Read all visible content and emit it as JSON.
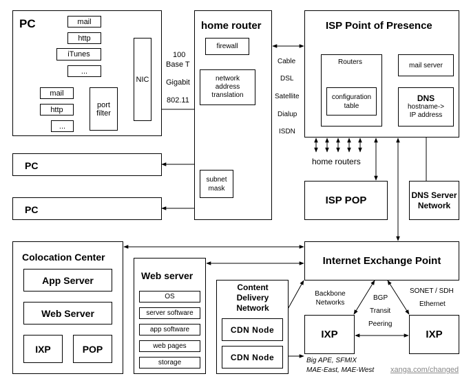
{
  "pc_main": {
    "title": "PC",
    "apps_out": [
      "mail",
      "http",
      "iTunes",
      "..."
    ],
    "nic": "NIC",
    "port_filter": "port\nfilter",
    "apps_in": [
      "mail",
      "http",
      "..."
    ]
  },
  "link_types_pc": [
    "100",
    "Base T",
    "Gigabit",
    "802.11"
  ],
  "home_router": {
    "title": "home router",
    "firewall": "firewall",
    "nat": "network address translation",
    "subnet_mask": "subnet mask"
  },
  "link_types_isp": [
    "Cable",
    "DSL",
    "Satellite",
    "Dialup",
    "ISDN"
  ],
  "isp_pop_main": {
    "title": "ISP Point of Presence",
    "routers": "Routers",
    "config_table": "configuration table",
    "mail_server": "mail server",
    "dns_title": "DNS",
    "dns_desc": "hostname-> IP address"
  },
  "home_routers_label": "home routers",
  "pc_other": [
    "PC",
    "PC"
  ],
  "isp_pop": "ISP POP",
  "dns_network": "DNS Server Network",
  "colocation": {
    "title": "Colocation Center",
    "app_server": "App Server",
    "web_server": "Web Server",
    "ixp": "IXP",
    "pop": "POP"
  },
  "web_server": {
    "title": "Web server",
    "layers": [
      "OS",
      "server software",
      "app software",
      "web pages",
      "storage"
    ]
  },
  "cdn": {
    "title": "Content Delivery Network",
    "nodes": [
      "CDN Node",
      "CDN Node"
    ]
  },
  "ixp_main": "Internet Exchange Point",
  "backbone_label": "Backbone Networks",
  "protocols": [
    "BGP",
    "Transit",
    "Peering"
  ],
  "physical": [
    "SONET / SDH",
    "Ethernet"
  ],
  "ixp_left": "IXP",
  "ixp_right": "IXP",
  "ixp_examples": [
    "Big APE, SFMIX",
    "MAE-East, MAE-West"
  ],
  "credit_link": "xanga.com/changed"
}
